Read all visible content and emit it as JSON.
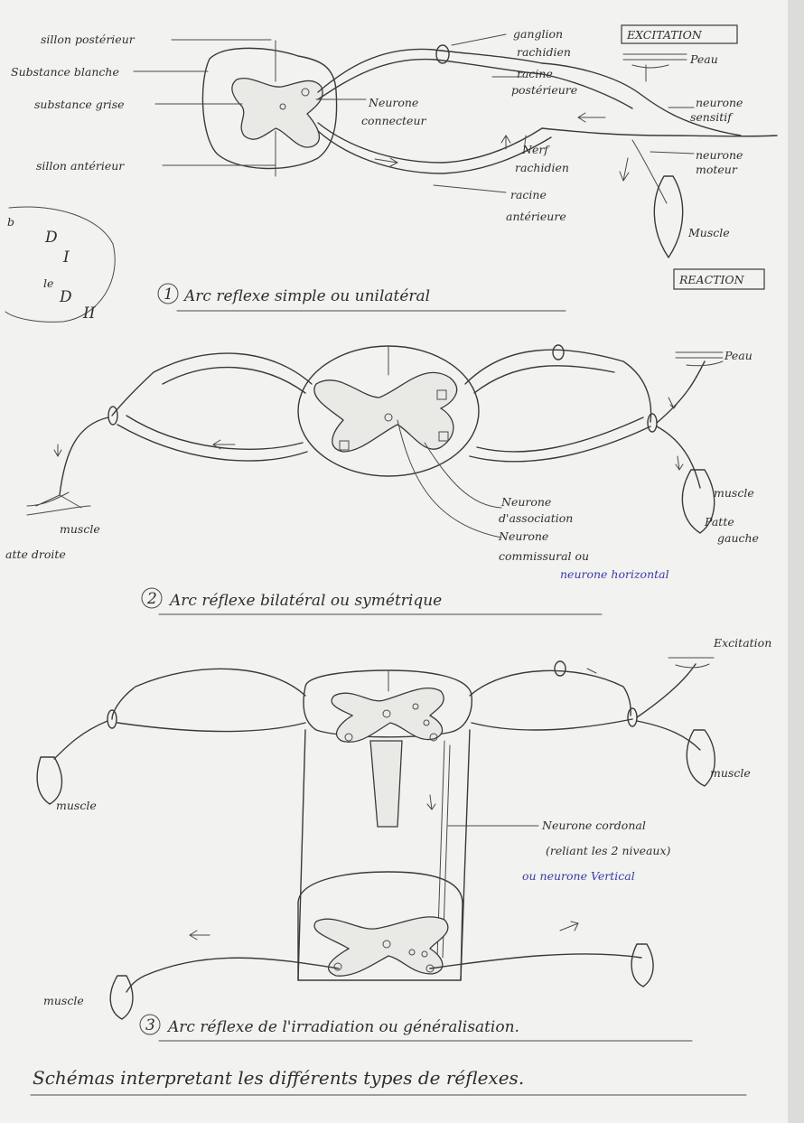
{
  "diagram1": {
    "labels": {
      "sillon_posterieur": "sillon postérieur",
      "substance_blanche": "Substance blanche",
      "substance_grise": "substance grise",
      "sillon_anterieur": "sillon antérieur",
      "neurone_connecteur_1": "Neurone",
      "neurone_connecteur_2": "connecteur",
      "ganglion_1": "ganglion",
      "ganglion_2": "rachidien",
      "racine_post_1": "racine",
      "racine_post_2": "postérieure",
      "nerf_1": "Nerf",
      "nerf_2": "rachidien",
      "racine_ant_1": "racine",
      "racine_ant_2": "antérieure",
      "excitation_box": "EXCITATION",
      "peau": "Peau",
      "neurone_sensitif_1": "neurone",
      "neurone_sensitif_2": "sensitif",
      "neurone_moteur_1": "neurone",
      "neurone_moteur_2": "moteur",
      "muscle": "Muscle",
      "reaction_box": "REACTION"
    },
    "caption_num": "1",
    "caption": "Arc reflexe simple ou unilatéral"
  },
  "margin_note": {
    "line1": "b",
    "line2": "D",
    "line3": "I",
    "line4": "le",
    "line5": "D",
    "line6": "II"
  },
  "diagram2": {
    "labels": {
      "peau": "Peau",
      "muscle_right": "muscle",
      "patte_gauche_1": "Patte",
      "patte_gauche_2": "gauche",
      "muscle_left": "muscle",
      "patte_droite": "atte droite",
      "neurone_association_1": "Neurone",
      "neurone_association_2": "d'association",
      "neurone_comm_1": "Neurone",
      "neurone_comm_2": "commissural ou",
      "neurone_horizontal": "neurone horizontal"
    },
    "caption_num": "2",
    "caption": "Arc réflexe bilatéral ou symétrique"
  },
  "diagram3": {
    "labels": {
      "excitation": "Excitation",
      "muscle_right": "muscle",
      "muscle_left": "muscle",
      "neurone_cordonal_1": "Neurone cordonal",
      "neurone_cordonal_2": "(reliant les 2 niveaux)",
      "neurone_vertical": "ou neurone Vertical",
      "muscle_bottom": "muscle"
    },
    "caption_num": "3",
    "caption": "Arc réflexe de l'irradiation ou généralisation."
  },
  "footer_title": "Schémas interpretant les différents types de réflexes.",
  "colors": {
    "ink": "#3a3a3a",
    "blue_ink": "#3b3aa8",
    "paper": "#f2f2f0"
  }
}
